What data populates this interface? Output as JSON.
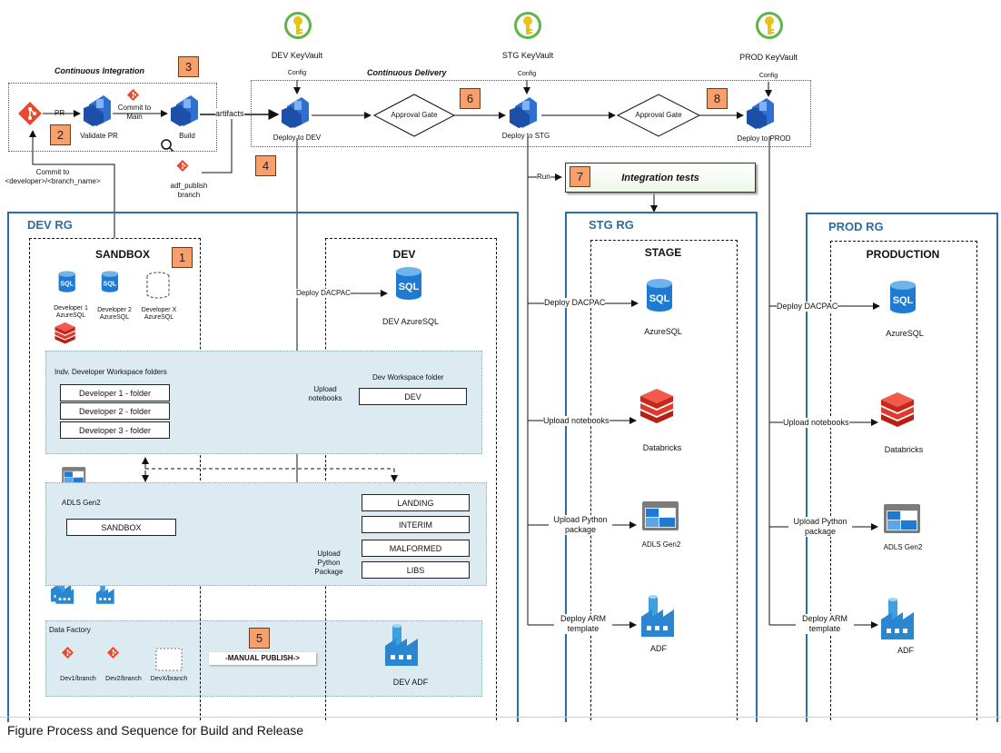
{
  "keyvaults": {
    "dev": {
      "label": "DEV KeyVault",
      "config": "Config"
    },
    "stg": {
      "label": "STG KeyVault",
      "config": "Config"
    },
    "prod": {
      "label": "PROD KeyVault",
      "config": "Config"
    }
  },
  "ci": {
    "title": "Continuous Integration",
    "pr_label": "PR",
    "validate_pr": "Validate PR",
    "commit_to_main": "Commit to Main",
    "build": "Build",
    "artifacts": "artifacts",
    "commit_to_branch": "Commit to <developer>/<branch_name>",
    "adf_publish": "adf_publish branch"
  },
  "cd": {
    "title": "Continuous Delivery",
    "deploy_dev": "Deploy to DEV",
    "approval_gate_1": "Approval Gate",
    "deploy_stg": "Deploy to STG",
    "approval_gate_2": "Approval Gate",
    "deploy_prod": "Deploy to PROD",
    "run": "Run",
    "integration_tests": "Integration tests"
  },
  "numbers": [
    "1",
    "2",
    "3",
    "4",
    "5",
    "6",
    "7",
    "8"
  ],
  "dev_rg": {
    "title": "DEV RG",
    "sandbox_title": "SANDBOX",
    "dev_title": "DEV",
    "sql": {
      "label": "SQL"
    },
    "dev1_sql": "Developer 1 AzureSQL",
    "dev2_sql": "Developer 2 AzureSQL",
    "devx_sql": "Developer X AzureSQL",
    "indv_workspace": "Indv. Developer Workspace folders",
    "dev_folders": [
      "Developer 1 - folder",
      "Developer 2 - folder",
      "Developer 3 - folder"
    ],
    "dev_workspace": "Dev Workspace folder",
    "dev_workspace_box": "DEV",
    "deploy_dacpac": "Deploy DACPAC",
    "dev_azuresql": "DEV AzureSQL",
    "upload_notebooks": "Upload notebooks",
    "adls": "ADLS Gen2",
    "sandbox_box": "SANDBOX",
    "zones": [
      "LANDING",
      "INTERIM",
      "MALFORMED",
      "LIBS"
    ],
    "upload_python": "Upload Python Package",
    "data_factory": "Data Factory",
    "dev1_branch": "Dev1/branch",
    "dev2_branch": "Dev2/branch",
    "devx_branch": "DevX/branch",
    "manual_publish": "-MANUAL PUBLISH->",
    "dev_adf": "DEV ADF"
  },
  "stg_rg": {
    "title": "STG RG",
    "env_title": "STAGE",
    "deploy_dacpac": "Deploy DACPAC",
    "azuresql": "AzureSQL",
    "upload_notebooks": "Upload notebooks",
    "databricks": "Databricks",
    "upload_python": "Upload Python package",
    "adls": "ADLS Gen2",
    "deploy_arm": "Deploy ARM template",
    "adf": "ADF"
  },
  "prod_rg": {
    "title": "PROD RG",
    "env_title": "PRODUCTION",
    "deploy_dacpac": "Deploy DACPAC",
    "azuresql": "AzureSQL",
    "upload_notebooks": "Upload notebooks",
    "databricks": "Databricks",
    "upload_python": "Upload Python package",
    "adls": "ADLS Gen2",
    "deploy_arm": "Deploy ARM template",
    "adf": "ADF"
  },
  "caption": "Figure Process and Sequence for Build and Release",
  "colors": {
    "accent": "#2a6ea8",
    "number_badge": "#f7a06b",
    "band": "#dbebf1",
    "databricks": "#e03a2e",
    "git": "#e64a2e"
  }
}
